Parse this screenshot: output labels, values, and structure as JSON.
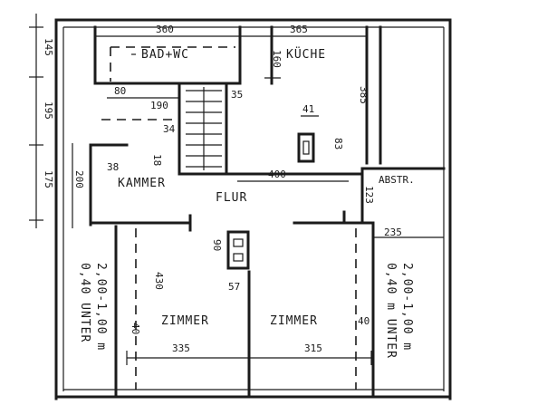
{
  "rooms": {
    "bad_wc": "BAD+WC",
    "kueche": "KÜCHE",
    "kammer": "KAMMER",
    "flur": "FLUR",
    "abstr": "ABSTR.",
    "zimmer_left": "ZIMMER",
    "zimmer_right": "ZIMMER"
  },
  "dimensions": {
    "top_left_width": "360",
    "top_right_width": "365",
    "kitchen_depth": "160",
    "stair_left": "80",
    "stair_width": "190",
    "stair_small": "35",
    "stair_small2": "34",
    "chimney_w": "41",
    "chimney_h": "83",
    "kitchen_height": "385",
    "kammer_height": "200",
    "kammer_small": "38",
    "kammer_small2": "18",
    "flur_width": "400",
    "abstr_height": "123",
    "right_small": "235",
    "center_90": "90",
    "center_57": "57",
    "center_430": "430",
    "zimmer_left_width": "335",
    "zimmer_right_width": "315",
    "left_40": "40",
    "right_40": "40"
  },
  "side_dims": {
    "d1": "145",
    "d2": "195",
    "d3": "175"
  },
  "notes": {
    "left_line1": "0,40 UNTER",
    "left_line2": "2,00-1,00 m",
    "right_line1": "0,40 m UNTER",
    "right_line2": "2,00-1,00 m"
  }
}
